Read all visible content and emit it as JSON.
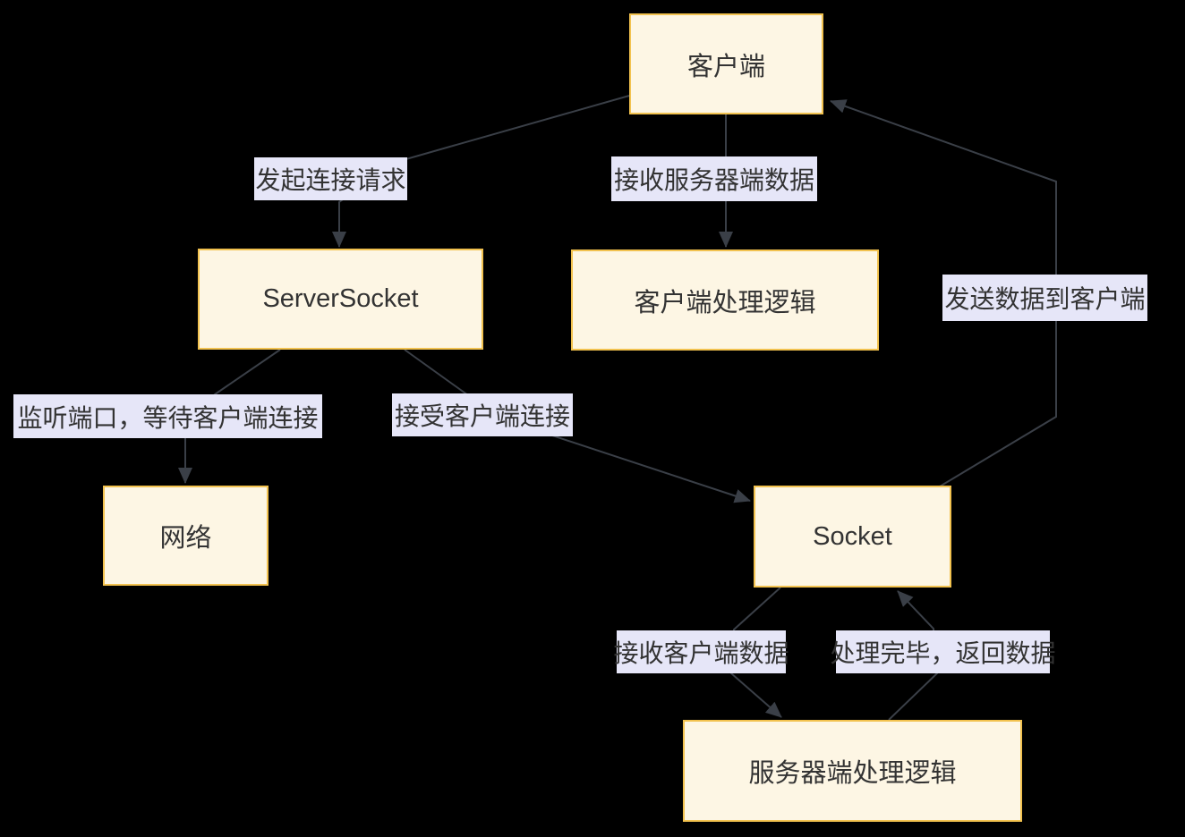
{
  "diagram": {
    "type": "flowchart",
    "colors": {
      "background": "#000000",
      "node_fill": "#FDF6E4",
      "node_border": "#F2C24F",
      "edge_label_bg": "#E6E6F8",
      "text": "#333333",
      "line": "#3A3F47"
    },
    "nodes": [
      {
        "id": "client",
        "label": "客户端"
      },
      {
        "id": "server-socket",
        "label": "ServerSocket"
      },
      {
        "id": "client-logic",
        "label": "客户端处理逻辑"
      },
      {
        "id": "network",
        "label": "网络"
      },
      {
        "id": "socket",
        "label": "Socket"
      },
      {
        "id": "server-logic",
        "label": "服务器端处理逻辑"
      }
    ],
    "edges": [
      {
        "from": "client",
        "to": "server-socket",
        "label": "发起连接请求"
      },
      {
        "from": "client",
        "to": "client-logic",
        "label": "接收服务器端数据"
      },
      {
        "from": "server-socket",
        "to": "network",
        "label": "监听端口，等待客户端连接"
      },
      {
        "from": "server-socket",
        "to": "socket",
        "label": "接受客户端连接"
      },
      {
        "from": "socket",
        "to": "server-logic",
        "label": "接收客户端数据"
      },
      {
        "from": "server-logic",
        "to": "socket",
        "label": "处理完毕，返回数据"
      },
      {
        "from": "socket",
        "to": "client",
        "label": "发送数据到客户端"
      }
    ]
  }
}
